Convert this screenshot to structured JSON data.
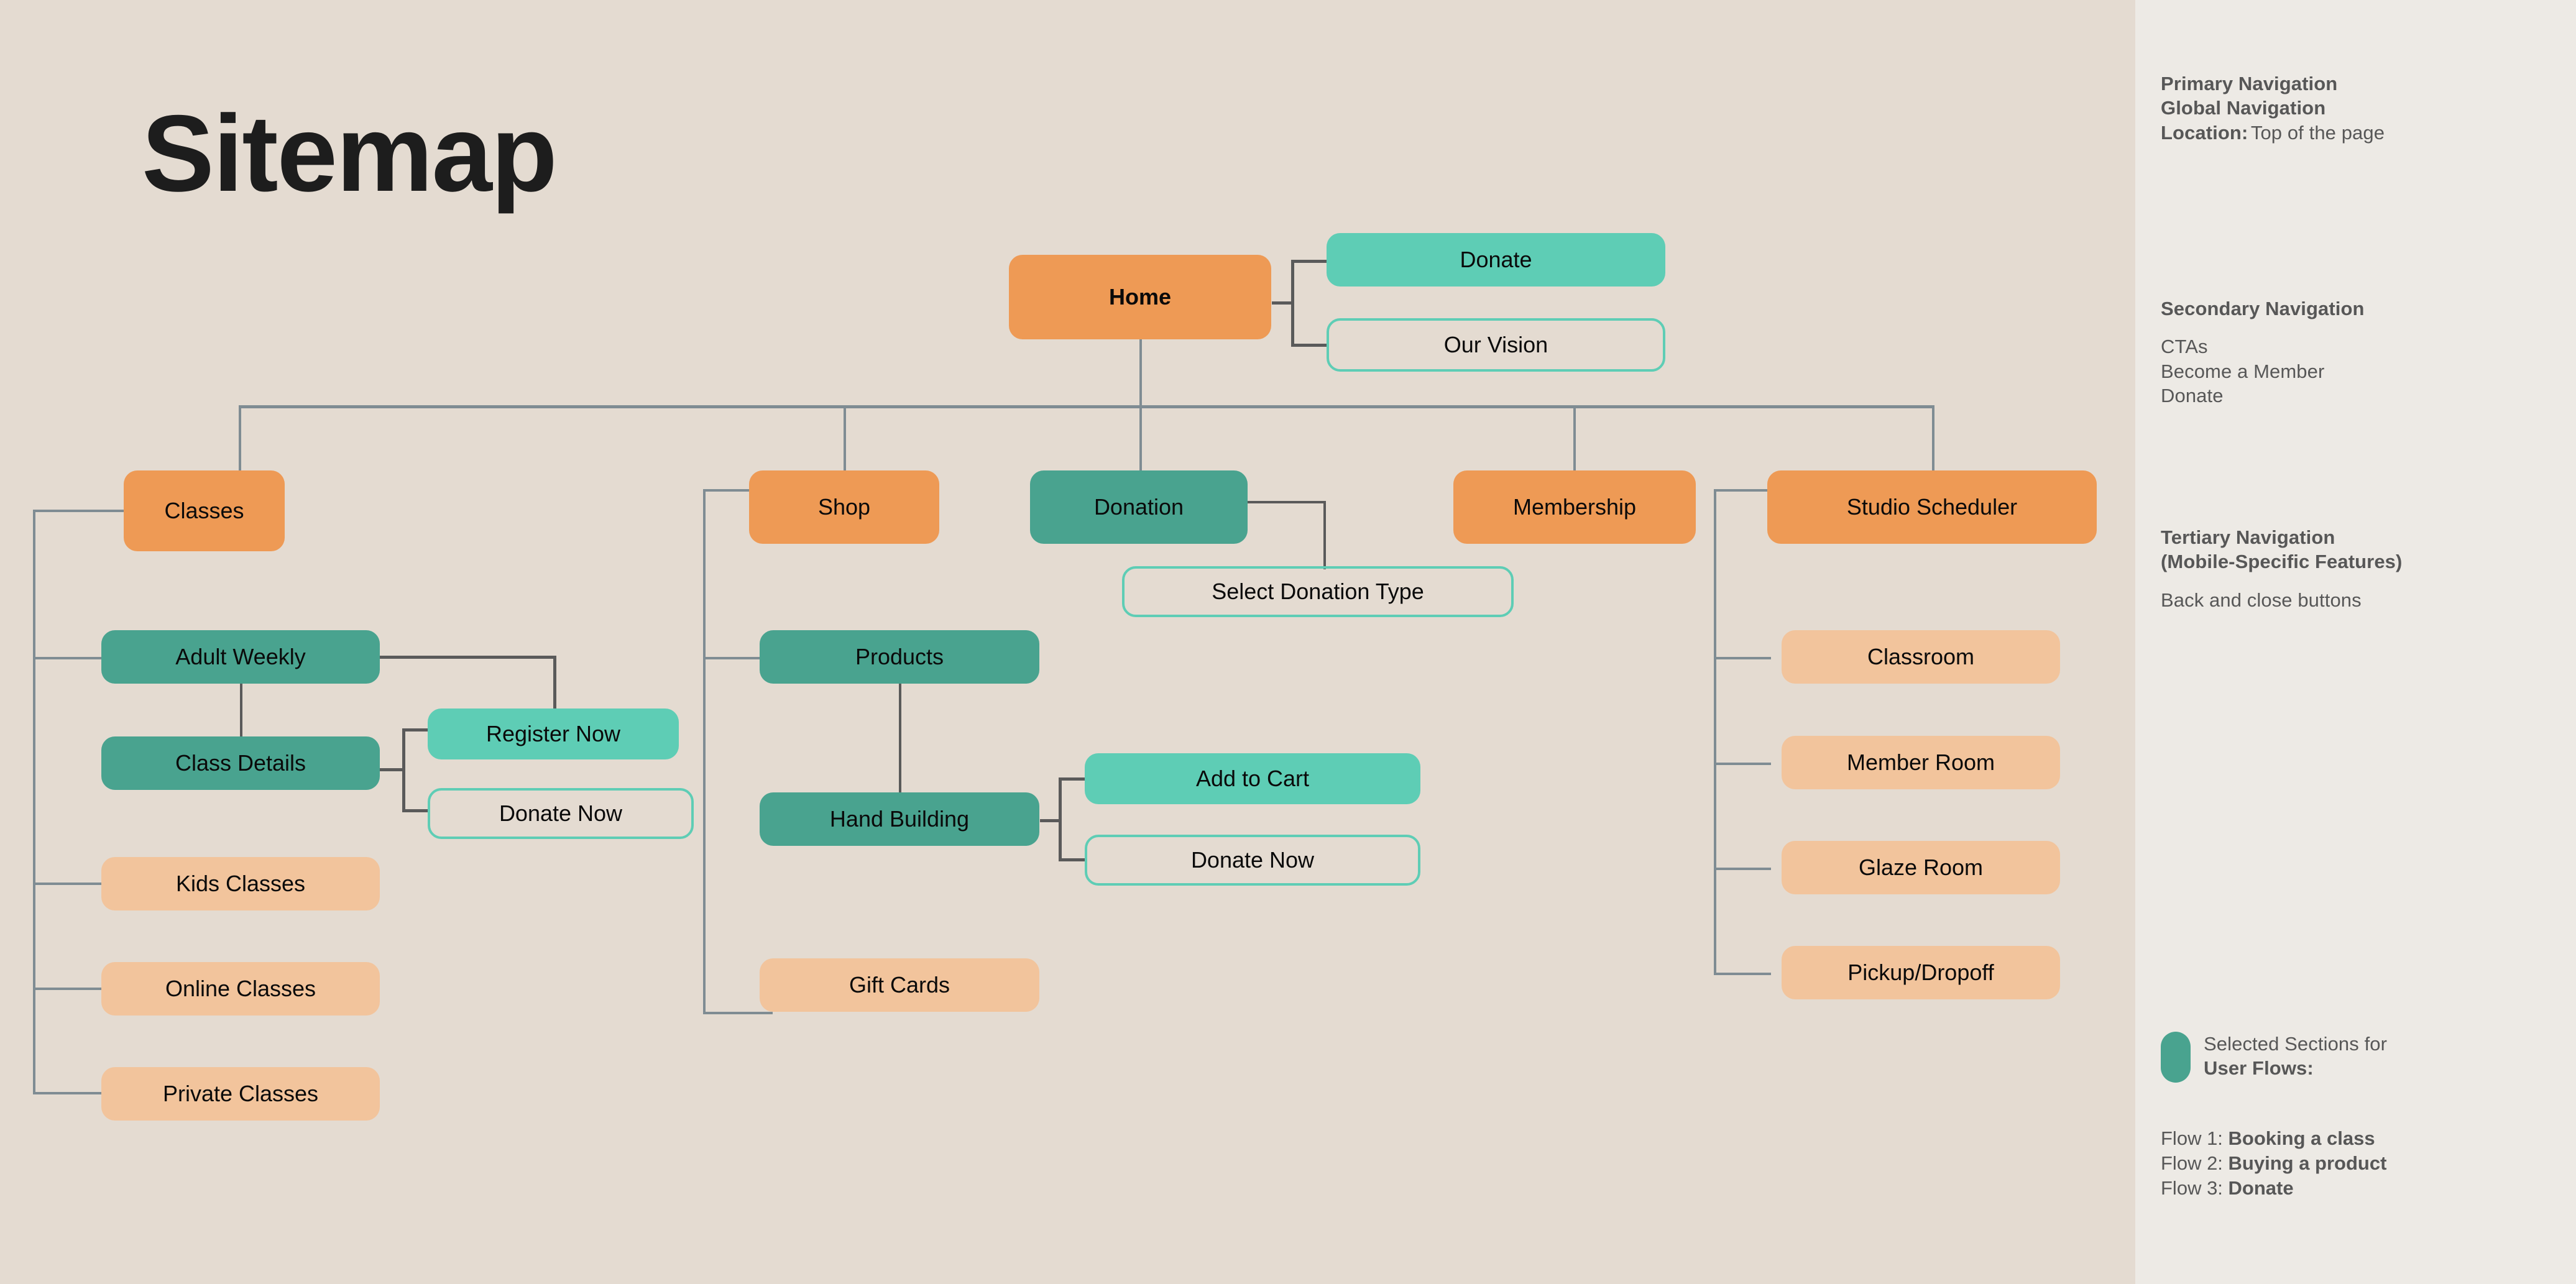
{
  "page": {
    "title": "Sitemap",
    "background_color": "#e4dbd1",
    "panel_color": "#edeae5"
  },
  "palette": {
    "primary_orange": "#ee9a55",
    "light_peach": "#f2c49c",
    "dark_teal": "#49a38f",
    "mint": "#5ecdb5",
    "connector": "#7f8c93",
    "connector_dark": "#5a5a5a",
    "text": "#0a0a0a",
    "panel_text": "#575757"
  },
  "nodes": {
    "home": "Home",
    "donate": "Donate",
    "our_vision": "Our Vision",
    "classes": "Classes",
    "shop": "Shop",
    "donation": "Donation",
    "membership": "Membership",
    "studio_scheduler": "Studio Scheduler",
    "select_donation_type": "Select Donation Type",
    "adult_weekly": "Adult Weekly",
    "class_details": "Class Details",
    "register_now": "Register Now",
    "donate_now_classes": "Donate Now",
    "kids_classes": "Kids Classes",
    "online_classes": "Online Classes",
    "private_classes": "Private Classes",
    "products": "Products",
    "hand_building": "Hand Building",
    "add_to_cart": "Add to Cart",
    "donate_now_shop": "Donate Now",
    "gift_cards": "Gift Cards",
    "classroom": "Classroom",
    "member_room": "Member Room",
    "glaze_room": "Glaze Room",
    "pickup_dropoff": "Pickup/Dropoff"
  },
  "sidebar": {
    "primary": {
      "line1": "Primary Navigation",
      "line2": "Global Navigation",
      "location_label": "Location:",
      "location_value": "Top  of the page"
    },
    "secondary": {
      "heading": "Secondary Navigation",
      "items": [
        "CTAs",
        "Become a Member",
        "Donate"
      ]
    },
    "tertiary": {
      "heading_line1": "Tertiary  Navigation",
      "heading_line2": "(Mobile-Specific Features)",
      "items": [
        "Back and close buttons"
      ]
    },
    "legend": {
      "line1": "Selected Sections for",
      "line2": "User Flows:",
      "flows": [
        {
          "label": "Flow 1: ",
          "value": "Booking a class"
        },
        {
          "label": "Flow 2: ",
          "value": "Buying a product"
        },
        {
          "label": "Flow 3: ",
          "value": "Donate"
        }
      ]
    }
  },
  "tree": {
    "root": "Home",
    "edges": [
      {
        "from": "Home",
        "to": "Donate"
      },
      {
        "from": "Home",
        "to": "Our Vision"
      },
      {
        "from": "Home",
        "to": "Classes"
      },
      {
        "from": "Home",
        "to": "Shop"
      },
      {
        "from": "Home",
        "to": "Donation"
      },
      {
        "from": "Home",
        "to": "Membership"
      },
      {
        "from": "Home",
        "to": "Studio Scheduler"
      },
      {
        "from": "Donation",
        "to": "Select Donation Type"
      },
      {
        "from": "Classes",
        "to": "Adult Weekly"
      },
      {
        "from": "Classes",
        "to": "Kids Classes"
      },
      {
        "from": "Classes",
        "to": "Online Classes"
      },
      {
        "from": "Classes",
        "to": "Private Classes"
      },
      {
        "from": "Adult Weekly",
        "to": "Class Details"
      },
      {
        "from": "Adult Weekly",
        "to": "Register Now"
      },
      {
        "from": "Class Details",
        "to": "Register Now"
      },
      {
        "from": "Class Details",
        "to": "Donate Now"
      },
      {
        "from": "Shop",
        "to": "Products"
      },
      {
        "from": "Shop",
        "to": "Gift Cards"
      },
      {
        "from": "Products",
        "to": "Hand Building"
      },
      {
        "from": "Hand Building",
        "to": "Add to Cart"
      },
      {
        "from": "Hand Building",
        "to": "Donate Now"
      },
      {
        "from": "Studio Scheduler",
        "to": "Classroom"
      },
      {
        "from": "Studio Scheduler",
        "to": "Member Room"
      },
      {
        "from": "Studio Scheduler",
        "to": "Glaze Room"
      },
      {
        "from": "Studio Scheduler",
        "to": "Pickup/Dropoff"
      }
    ]
  }
}
